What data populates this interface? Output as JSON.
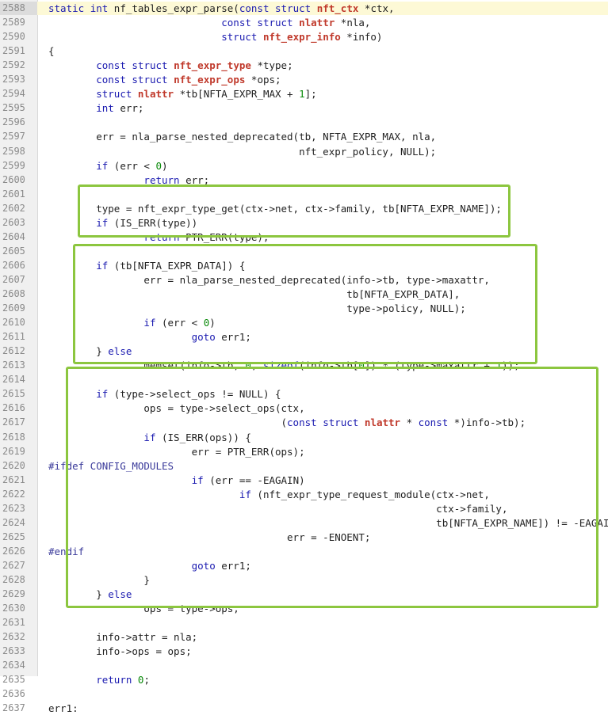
{
  "editor": {
    "current_line": "2588",
    "lines": [
      {
        "n": "2588",
        "t": "static int nf_tables_expr_parse(const struct nft_ctx *ctx,"
      },
      {
        "n": "2589",
        "t": "                             const struct nlattr *nla,"
      },
      {
        "n": "2590",
        "t": "                             struct nft_expr_info *info)"
      },
      {
        "n": "2591",
        "t": "{"
      },
      {
        "n": "2592",
        "t": "        const struct nft_expr_type *type;"
      },
      {
        "n": "2593",
        "t": "        const struct nft_expr_ops *ops;"
      },
      {
        "n": "2594",
        "t": "        struct nlattr *tb[NFTA_EXPR_MAX + 1];"
      },
      {
        "n": "2595",
        "t": "        int err;"
      },
      {
        "n": "2596",
        "t": ""
      },
      {
        "n": "2597",
        "t": "        err = nla_parse_nested_deprecated(tb, NFTA_EXPR_MAX, nla,"
      },
      {
        "n": "2598",
        "t": "                                          nft_expr_policy, NULL);"
      },
      {
        "n": "2599",
        "t": "        if (err < 0)"
      },
      {
        "n": "2600",
        "t": "                return err;"
      },
      {
        "n": "2601",
        "t": ""
      },
      {
        "n": "2602",
        "t": "        type = nft_expr_type_get(ctx->net, ctx->family, tb[NFTA_EXPR_NAME]);"
      },
      {
        "n": "2603",
        "t": "        if (IS_ERR(type))"
      },
      {
        "n": "2604",
        "t": "                return PTR_ERR(type);"
      },
      {
        "n": "2605",
        "t": ""
      },
      {
        "n": "2606",
        "t": "        if (tb[NFTA_EXPR_DATA]) {"
      },
      {
        "n": "2607",
        "t": "                err = nla_parse_nested_deprecated(info->tb, type->maxattr,"
      },
      {
        "n": "2608",
        "t": "                                                  tb[NFTA_EXPR_DATA],"
      },
      {
        "n": "2609",
        "t": "                                                  type->policy, NULL);"
      },
      {
        "n": "2610",
        "t": "                if (err < 0)"
      },
      {
        "n": "2611",
        "t": "                        goto err1;"
      },
      {
        "n": "2612",
        "t": "        } else"
      },
      {
        "n": "2613",
        "t": "                memset(info->tb, 0, sizeof(info->tb[0]) * (type->maxattr + 1));"
      },
      {
        "n": "2614",
        "t": ""
      },
      {
        "n": "2615",
        "t": "        if (type->select_ops != NULL) {"
      },
      {
        "n": "2616",
        "t": "                ops = type->select_ops(ctx,"
      },
      {
        "n": "2617",
        "t": "                                       (const struct nlattr * const *)info->tb);"
      },
      {
        "n": "2618",
        "t": "                if (IS_ERR(ops)) {"
      },
      {
        "n": "2619",
        "t": "                        err = PTR_ERR(ops);"
      },
      {
        "n": "2620",
        "t": "#ifdef CONFIG_MODULES"
      },
      {
        "n": "2621",
        "t": "                        if (err == -EAGAIN)"
      },
      {
        "n": "2622",
        "t": "                                if (nft_expr_type_request_module(ctx->net,"
      },
      {
        "n": "2623",
        "t": "                                                                 ctx->family,"
      },
      {
        "n": "2624",
        "t": "                                                                 tb[NFTA_EXPR_NAME]) != -EAGAIN)"
      },
      {
        "n": "2625",
        "t": "                                        err = -ENOENT;"
      },
      {
        "n": "2626",
        "t": "#endif"
      },
      {
        "n": "2627",
        "t": "                        goto err1;"
      },
      {
        "n": "2628",
        "t": "                }"
      },
      {
        "n": "2629",
        "t": "        } else"
      },
      {
        "n": "2630",
        "t": "                ops = type->ops;"
      },
      {
        "n": "2631",
        "t": ""
      },
      {
        "n": "2632",
        "t": "        info->attr = nla;"
      },
      {
        "n": "2633",
        "t": "        info->ops = ops;"
      },
      {
        "n": "2634",
        "t": ""
      },
      {
        "n": "2635",
        "t": "        return 0;"
      },
      {
        "n": "2636",
        "t": ""
      },
      {
        "n": "2637",
        "t": "err1:"
      }
    ]
  },
  "colors": {
    "highlight_box": "#8cc63f",
    "keyword": "#1a1ab0",
    "type_name": "#c0392b",
    "number": "#0a8a0a",
    "current_line_bg": "#fdf9d6"
  }
}
